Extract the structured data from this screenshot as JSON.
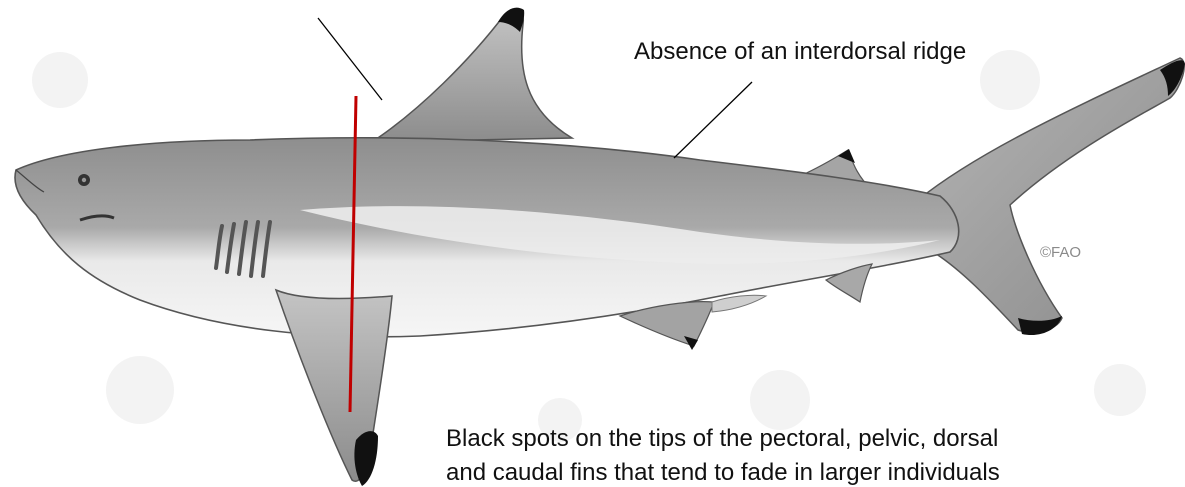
{
  "annotations": {
    "interdorsal_ridge": "Absence of an interdorsal ridge",
    "black_spots_line1": "Black spots on the tips of the pectoral, pelvic, dorsal",
    "black_spots_line2": "and caudal fins that tend to fade in larger individuals"
  },
  "credit": "©FAO",
  "colors": {
    "body_upper": "#9a9a9a",
    "body_lower": "#f1f1f1",
    "fin_tip": "#111111",
    "measure_line": "#c00000",
    "leader_line": "#000000"
  },
  "icons": [
    "shark-illustration"
  ]
}
